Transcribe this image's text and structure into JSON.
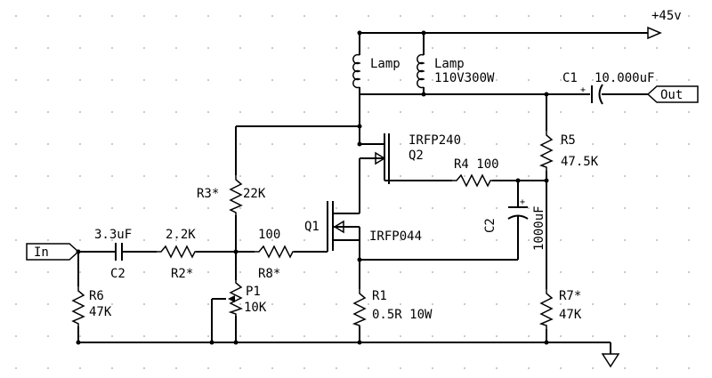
{
  "ports": {
    "in_label": "In",
    "out_label": "Out",
    "vplus_label": "+45v"
  },
  "components": {
    "lamp1": "Lamp",
    "lamp2_name": "Lamp",
    "lamp2_rating": "110V300W",
    "c1_name": "C1",
    "c1_value": "10.000uF",
    "q2_part": "IRFP240",
    "q2_name": "Q2",
    "r5_name": "R5",
    "r5_value": "47.5K",
    "r4_label": "R4 100",
    "r3_name": "R3*",
    "r3_value": "22K",
    "q1_name": "Q1",
    "q1_part": "IRFP044",
    "c2b_name": "C2",
    "c2b_value": "1000uF",
    "cin_value": "3.3uF",
    "cin_name": "C2",
    "r2_value": "2.2K",
    "r2_name": "R2*",
    "r8_value": "100",
    "r8_name": "R8*",
    "p1_name": "P1",
    "p1_value": "10K",
    "r6_name": "R6",
    "r6_value": "47K",
    "r1_name": "R1",
    "r1_value": "0.5R 10W",
    "r7_name": "R7*",
    "r7_value": "47K"
  },
  "colors": {
    "ink": "#000000",
    "grid": "#b8b8b8",
    "background": "#ffffff"
  }
}
